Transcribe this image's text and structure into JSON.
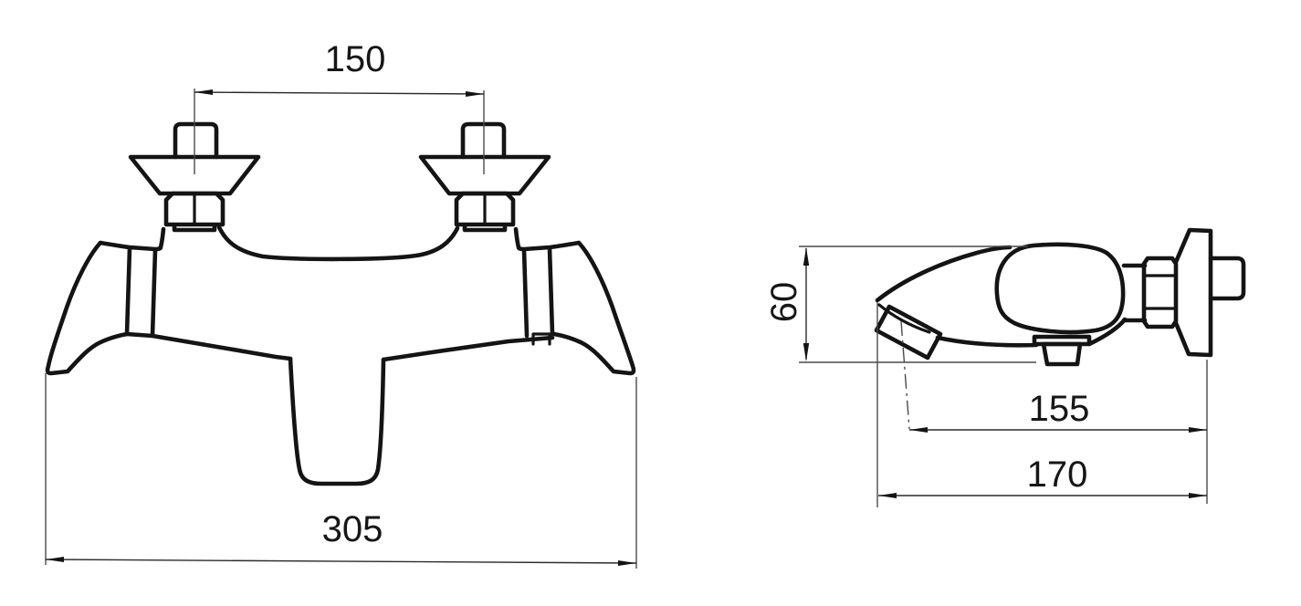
{
  "drawing": {
    "kind": "technical-dimension-drawing",
    "subject": "wall-mounted bath mixer tap, front and side views",
    "units": "mm",
    "background_color": "#ffffff",
    "object_line_color": "#141414",
    "dimension_line_color": "#4a4a4a",
    "text_color": "#161616"
  },
  "front_view": {
    "name": "front view",
    "dims": {
      "spacing": {
        "label": "150",
        "meaning": "distance between wall connectors"
      },
      "width": {
        "label": "305",
        "meaning": "overall body width"
      }
    }
  },
  "side_view": {
    "name": "side view",
    "dims": {
      "height": {
        "label": "60",
        "meaning": "spout drop height"
      },
      "reach": {
        "label": "155",
        "meaning": "aerator centre to wall"
      },
      "depth": {
        "label": "170",
        "meaning": "spout tip to wall"
      }
    }
  }
}
